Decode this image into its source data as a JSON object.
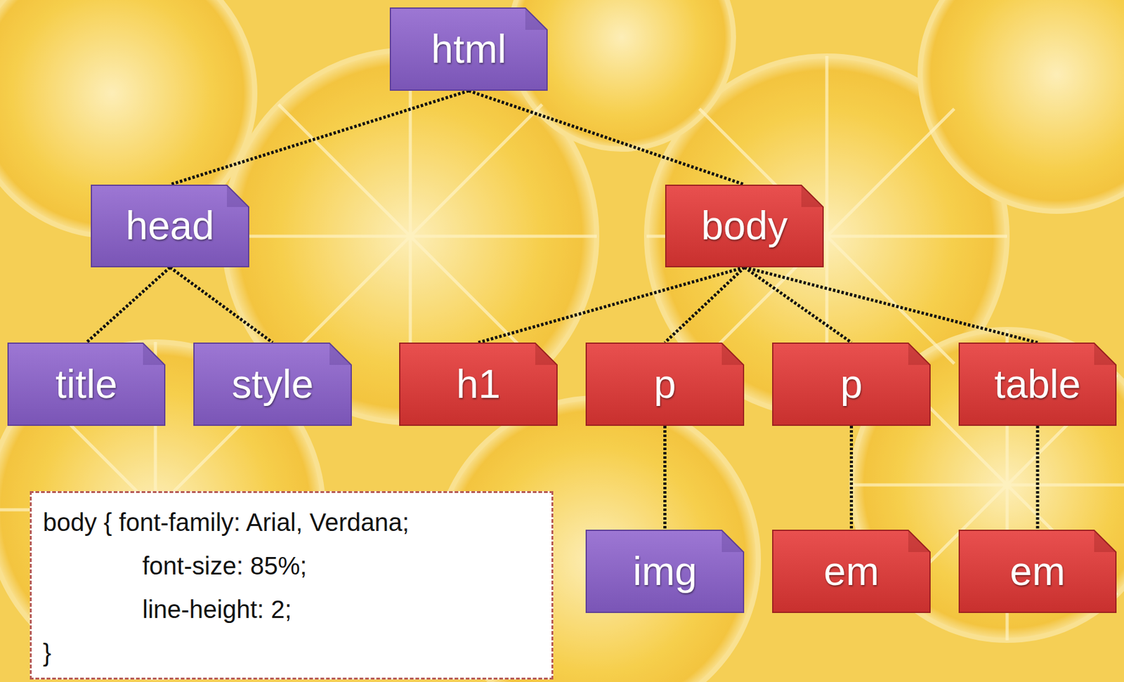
{
  "diagram": {
    "nodes": [
      {
        "text": [
          "html"
        ]
      },
      {
        "text": [
          "head"
        ]
      },
      {
        "text": [
          "body"
        ]
      },
      {
        "text": [
          "title"
        ]
      },
      {
        "text": [
          "style"
        ]
      },
      {
        "text": [
          "h1"
        ]
      },
      {
        "text": [
          "p"
        ]
      },
      {
        "text": [
          "p"
        ]
      },
      {
        "text": [
          "table"
        ]
      },
      {
        "text": [
          "body { font-family: Arial, Verdana;",
          "font-size: 85%;",
          "line-height: 2;",
          "}"
        ]
      },
      {
        "text": [
          "img"
        ]
      },
      {
        "text": [
          "em"
        ]
      },
      {
        "text": [
          "em"
        ]
      }
    ],
    "edges": [
      {
        "from": 0,
        "to": 1,
        "arrow": "none"
      },
      {
        "from": 0,
        "to": 2,
        "arrow": "none"
      },
      {
        "from": 1,
        "to": 3,
        "arrow": "none"
      },
      {
        "from": 1,
        "to": 4,
        "arrow": "none"
      },
      {
        "from": 2,
        "to": 5,
        "arrow": "none"
      },
      {
        "from": 2,
        "to": 6,
        "arrow": "none"
      },
      {
        "from": 2,
        "to": 7,
        "arrow": "none"
      },
      {
        "from": 2,
        "to": 8,
        "arrow": "none"
      },
      {
        "from": 6,
        "to": 10,
        "arrow": "none"
      },
      {
        "from": 7,
        "to": 11,
        "arrow": "none"
      },
      {
        "from": 8,
        "to": 12,
        "arrow": "none"
      }
    ]
  }
}
